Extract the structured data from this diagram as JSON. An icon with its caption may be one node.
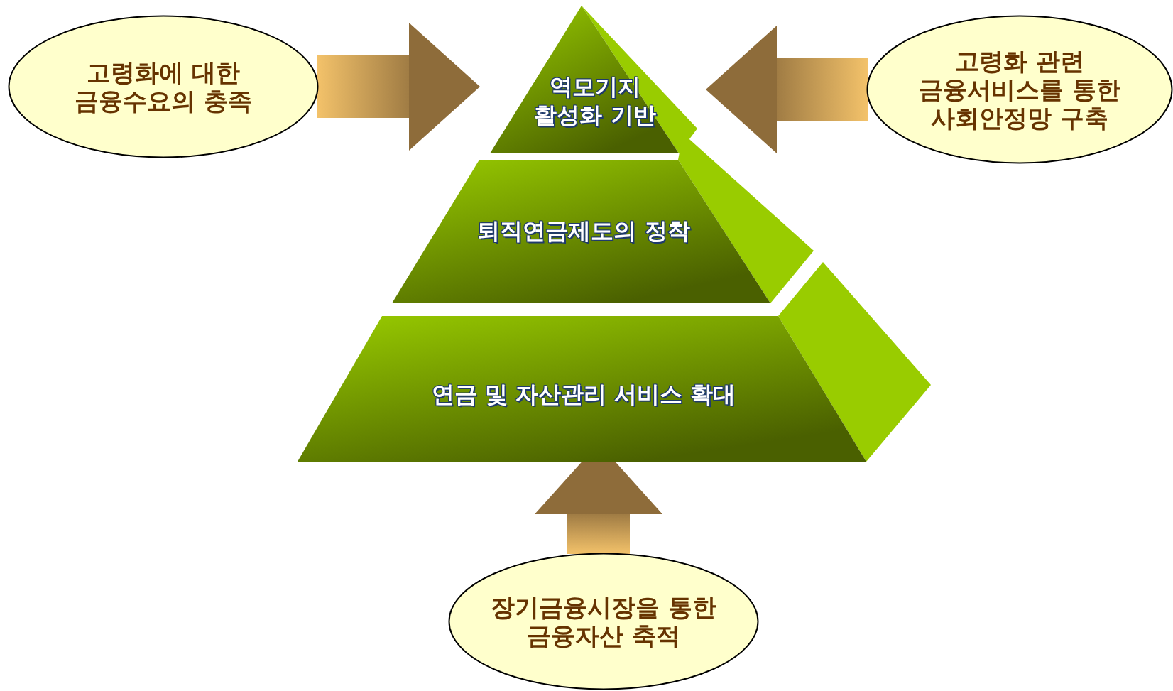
{
  "diagram": {
    "nodes": [
      {
        "text": [
          "고령화에 대한 금융수요의 충족"
        ]
      },
      {
        "text": [
          "역모기지 활성화 기반"
        ]
      },
      {
        "text": [
          "고령화 관련 금융서비스를 통한 사회안정망 구축"
        ]
      },
      {
        "text": [
          "퇴직연금제도의 정착"
        ]
      },
      {
        "text": [
          "연금 및 자산관리 서비스 확대"
        ]
      },
      {
        "text": [
          "장기금융시장을 통한 금융자산 축적"
        ]
      }
    ],
    "edges": [
      {
        "from": 0,
        "to": 1,
        "arrow": "to"
      },
      {
        "from": 2,
        "to": 1,
        "arrow": "to"
      },
      {
        "from": 5,
        "to": 4,
        "arrow": "to"
      }
    ]
  }
}
